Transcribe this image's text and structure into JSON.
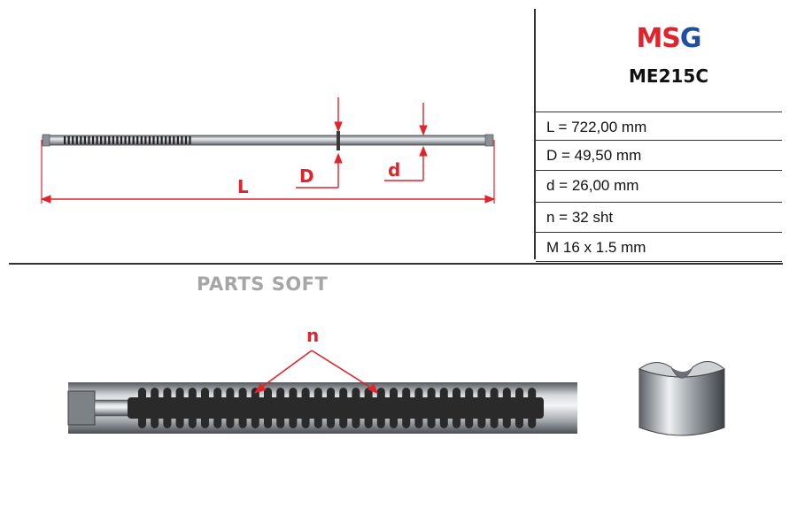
{
  "brand": {
    "logo_left": "MS",
    "logo_right": "G",
    "part_code": "ME215C"
  },
  "specs": [
    {
      "text": "L = 722,00 mm"
    },
    {
      "text": "D = 49,50 mm"
    },
    {
      "text": "d = 26,00 mm"
    },
    {
      "text": "n = 32 sht"
    },
    {
      "text": "M 16 x 1.5 mm"
    }
  ],
  "drawing": {
    "label_L": "L",
    "label_D": "D",
    "label_d": "d",
    "label_n": "n"
  },
  "watermark": "PARTS SOFT",
  "colors": {
    "dimension_red": "#e0242b",
    "steel": "#9aa0a6",
    "groove_dark": "#2a2a2a"
  }
}
